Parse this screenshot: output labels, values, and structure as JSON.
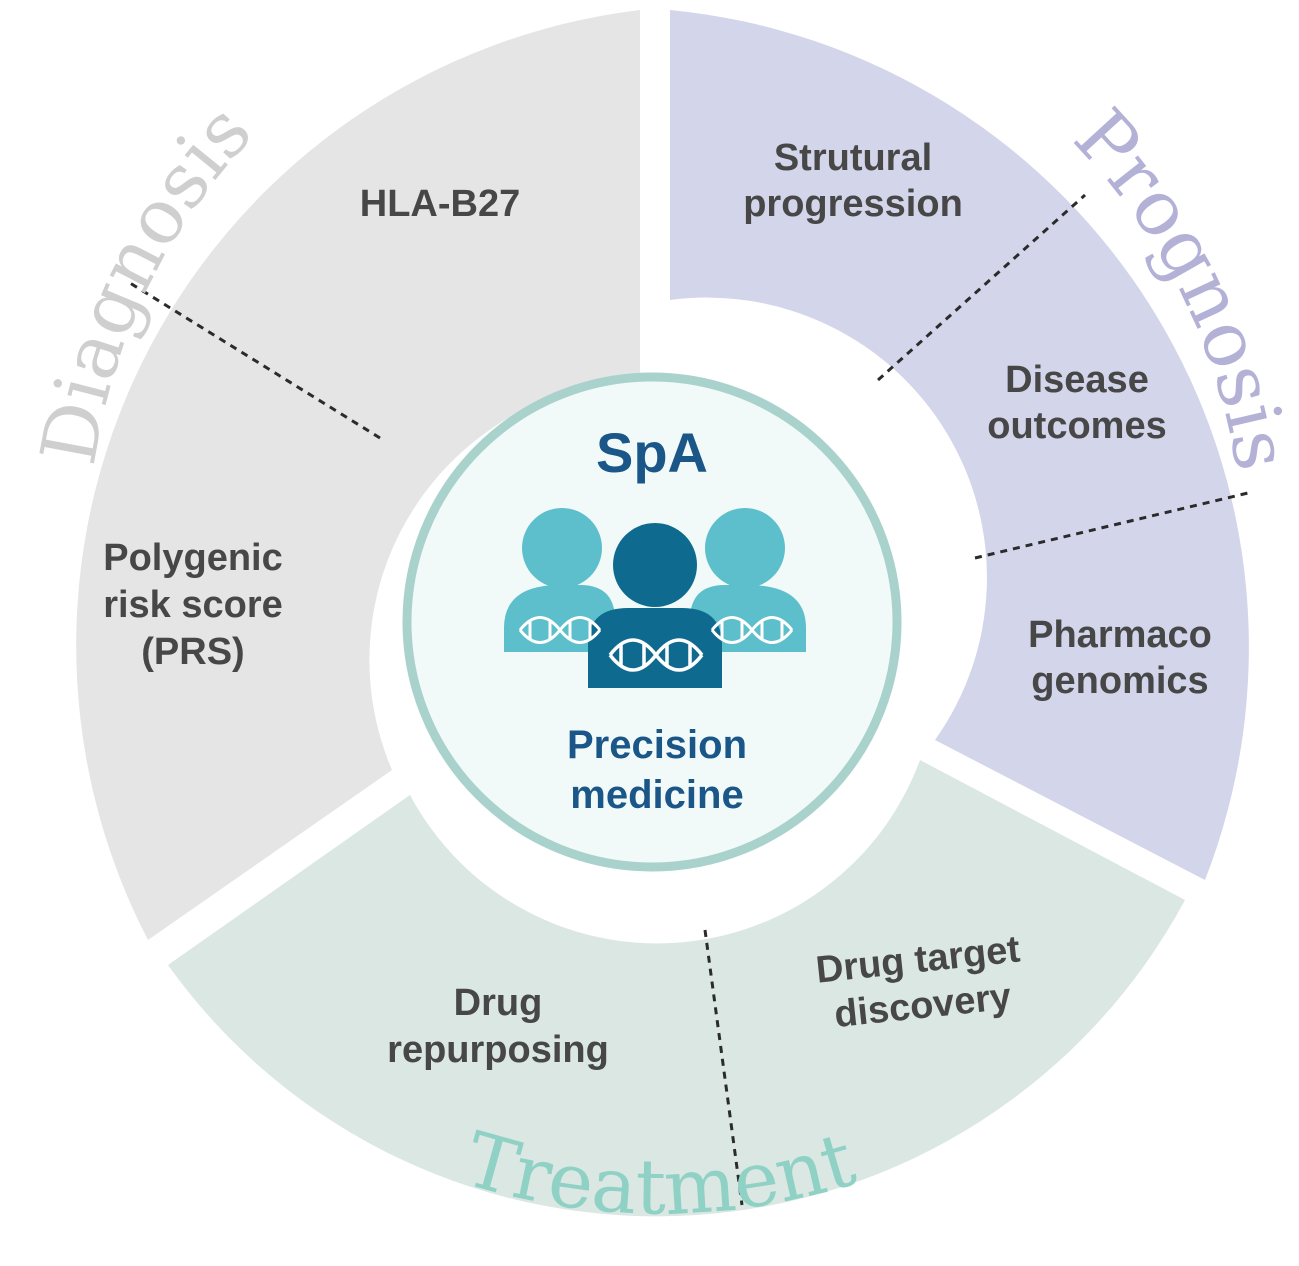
{
  "center": {
    "title": "SpA",
    "subtitle_line1": "Precision",
    "subtitle_line2": "medicine"
  },
  "sections": {
    "diagnosis": {
      "label": "Diagnosis",
      "color": "#e5e5e5",
      "label_color": "#cfcfcf",
      "items": {
        "hla": {
          "line1": "HLA-B27"
        },
        "prs": {
          "line1": "Polygenic",
          "line2": "risk score",
          "line3": "(PRS)"
        }
      }
    },
    "prognosis": {
      "label": "Prognosis",
      "color": "#d3d5ea",
      "label_color": "#b3b1d6",
      "items": {
        "structural": {
          "line1": "Strutural",
          "line2": "progression"
        },
        "disease": {
          "line1": "Disease",
          "line2": "outcomes"
        },
        "pharmaco": {
          "line1": "Pharmaco",
          "line2": "genomics"
        }
      }
    },
    "treatment": {
      "label": "Treatment",
      "color": "#dbe7e3",
      "label_color": "#8fd1c4",
      "items": {
        "repurposing": {
          "line1": "Drug",
          "line2": "repurposing"
        },
        "target": {
          "line1": "Drug target",
          "line2": "discovery"
        }
      }
    }
  },
  "colors": {
    "inner_fill": "#f1faf9",
    "inner_ring": "#a9d2cd",
    "icon_light": "#5cbfcb",
    "icon_dark": "#0e6b8f",
    "title_blue": "#1b5688"
  },
  "icons": [
    "person-group-icon",
    "dna-icon"
  ]
}
